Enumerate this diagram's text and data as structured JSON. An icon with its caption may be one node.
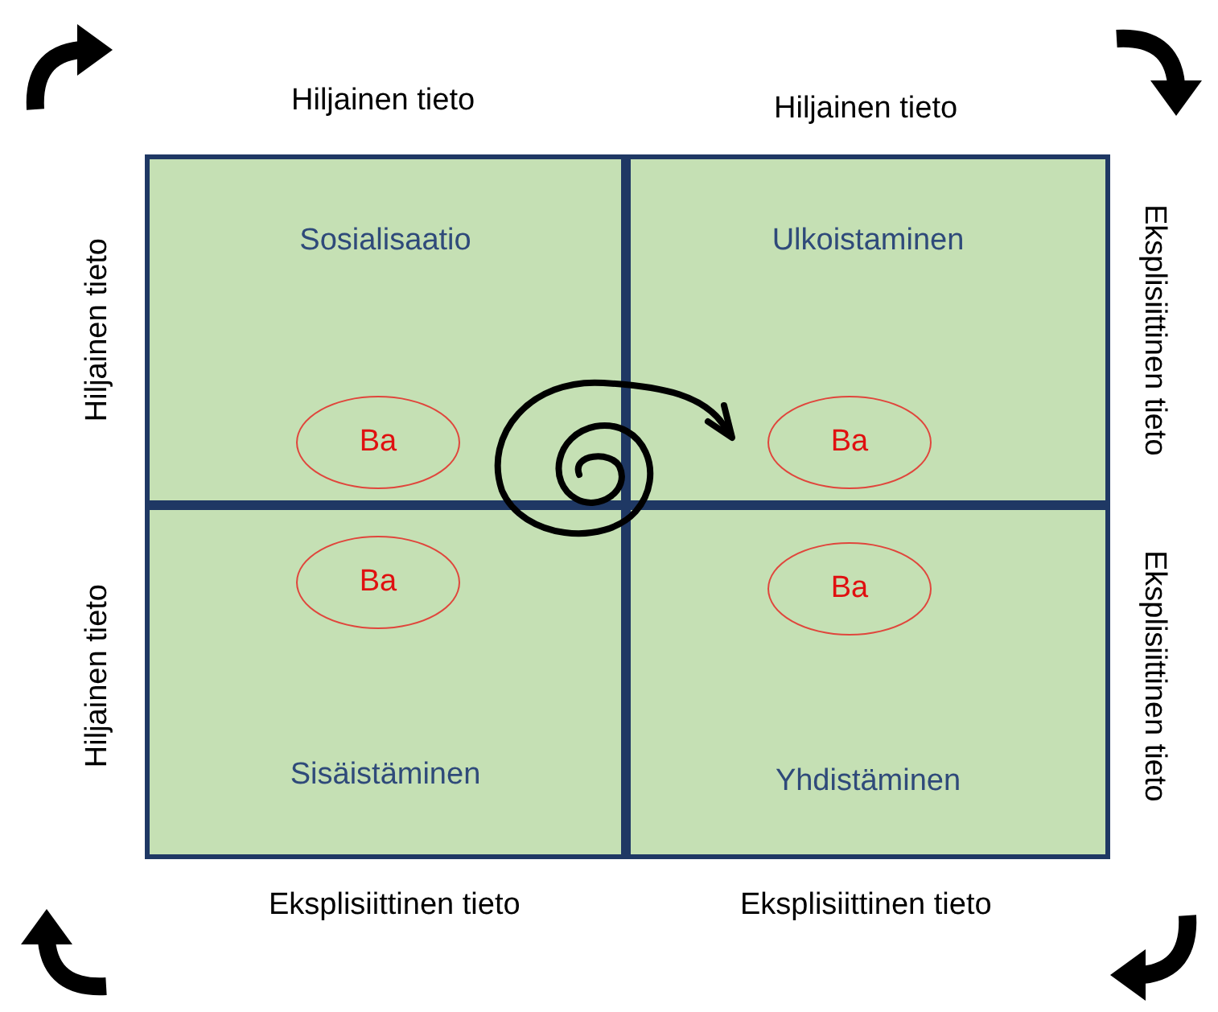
{
  "diagram": {
    "nodes": [
      {
        "text": [
          "Sosialisaatio"
        ]
      },
      {
        "text": [
          "Ba"
        ],
        "in": 0
      },
      {
        "text": [
          "Ulkoistaminen"
        ]
      },
      {
        "text": [
          "Ba"
        ],
        "in": 2
      },
      {
        "text": [
          "Sisäistäminen"
        ]
      },
      {
        "text": [
          "Ba"
        ],
        "in": 4
      },
      {
        "text": [
          "Yhdistäminen"
        ]
      },
      {
        "text": [
          "Ba"
        ],
        "in": 6
      }
    ],
    "edges": [],
    "labels": [
      "Hiljainen tieto",
      "Hiljainen tieto",
      "Hiljainen tieto",
      "Eksplisiittinen tieto",
      "Hiljainen tieto",
      "Eksplisiittinen tieto",
      "Eksplisiittinen tieto",
      "Eksplisiittinen tieto"
    ]
  }
}
